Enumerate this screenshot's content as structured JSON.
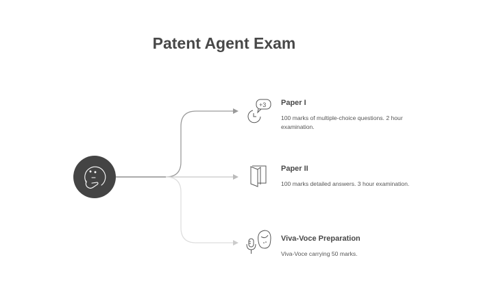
{
  "title": "Patent Agent Exam",
  "center_icon": "thinking-face-icon",
  "colors": {
    "hub": "#444444",
    "line_top": "#999999",
    "line_mid": "#c8c8c8",
    "line_bottom": "#dddddd",
    "text": "#484848"
  },
  "items": [
    {
      "icon": "clock-plus-three-icon",
      "title": "Paper I",
      "description": "100 marks of multiple-choice questions. 2 hour examination."
    },
    {
      "icon": "booklet-icon",
      "title": "Paper II",
      "description": "100 marks detailed answers. 3 hour examination."
    },
    {
      "icon": "microphone-person-icon",
      "title": "Viva-Voce Preparation",
      "description": "Viva-Voce carrying 50 marks."
    }
  ]
}
